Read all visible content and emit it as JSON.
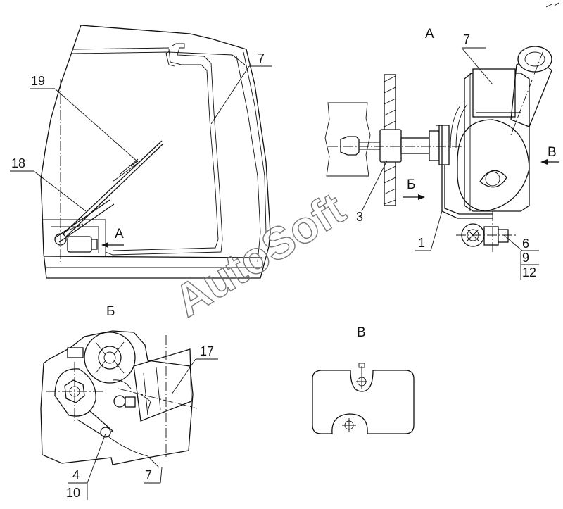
{
  "labels": {
    "glass_seal": "7",
    "wiper_arm": "19",
    "wiper_blade": "18",
    "view_a_arrow": "А",
    "view_a_title": "А",
    "view_a_motor": "7",
    "view_a_arrow_v": "В",
    "view_a_arrow_b": "Б",
    "part_3": "3",
    "part_1": "1",
    "part_6": "6",
    "part_9": "9",
    "part_12": "12",
    "view_b_title": "Б",
    "part_17": "17",
    "part_4": "4",
    "part_10": "10",
    "part_7_bottom": "7",
    "view_v_title": "В"
  },
  "watermark": "AutoSoft",
  "colors": {
    "line": "#111111",
    "background": "#ffffff",
    "watermark": "#777777"
  }
}
